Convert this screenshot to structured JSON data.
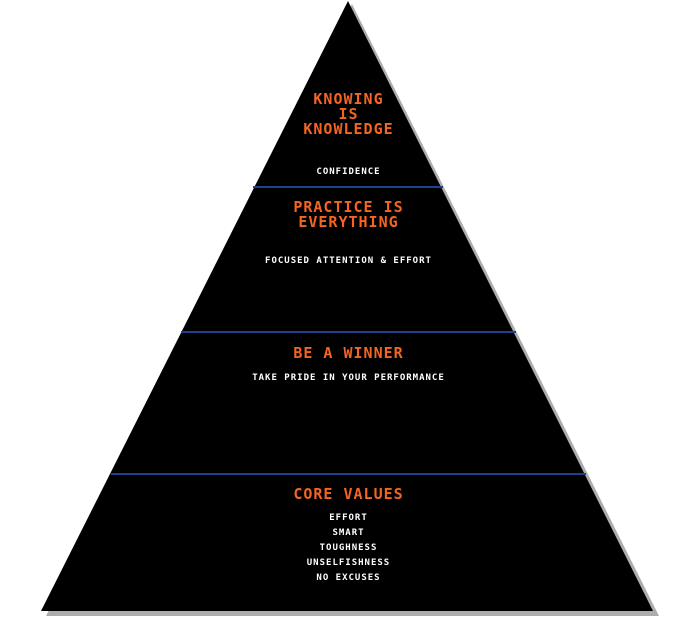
{
  "pyramid": {
    "tiers": [
      {
        "title_lines": [
          "Knowing",
          "is",
          "Knowledge"
        ],
        "subtitle_lines": [
          "Confidence"
        ]
      },
      {
        "title_lines": [
          "Practice is",
          "Everything"
        ],
        "subtitle_lines": [
          "Focused attention & effort"
        ]
      },
      {
        "title_lines": [
          "Be a Winner"
        ],
        "subtitle_lines": [
          "Take pride in your performance"
        ]
      },
      {
        "title_lines": [
          "Core Values"
        ],
        "subtitle_lines": [
          "Effort",
          "Smart",
          "Toughness",
          "Unselfishness",
          "No Excuses"
        ]
      }
    ],
    "colors": {
      "fill": "#000000",
      "divider": "#1f3f8f",
      "title": "#f26522",
      "subtitle": "#ffffff",
      "shadow": "#8a8a8a"
    }
  }
}
